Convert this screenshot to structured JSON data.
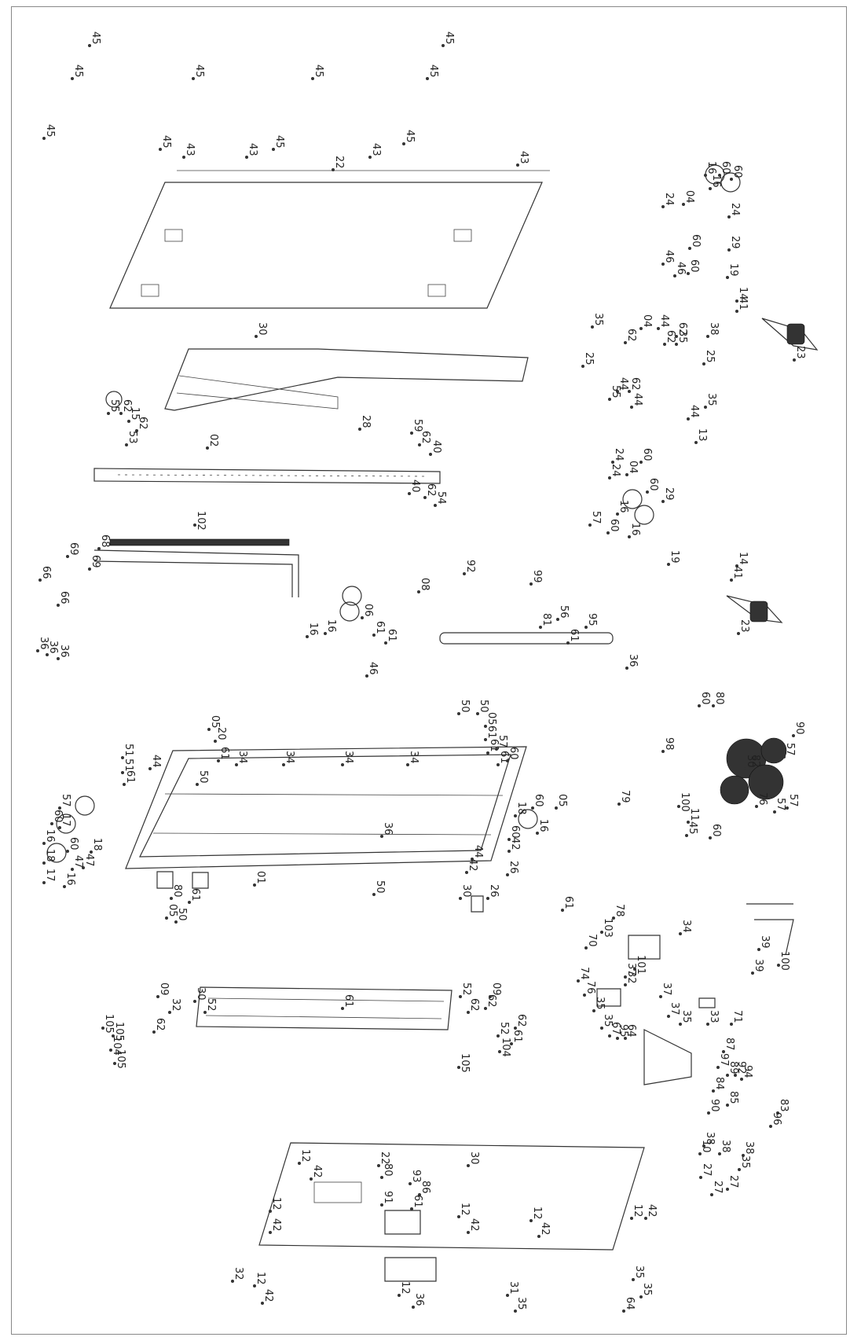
{
  "diagram": {
    "labels": [
      "45",
      "45",
      "45",
      "45",
      "45",
      "45",
      "45",
      "45",
      "45",
      "45",
      "43",
      "43",
      "43",
      "43",
      "22",
      "30",
      "28",
      "55",
      "62",
      "15",
      "62",
      "53",
      "02",
      "59",
      "62",
      "40",
      "40",
      "62",
      "54",
      "102",
      "68",
      "69",
      "69",
      "66",
      "66",
      "36",
      "36",
      "36",
      "16",
      "16",
      "06",
      "61",
      "61",
      "08",
      "92",
      "99",
      "81",
      "56",
      "95",
      "61",
      "36",
      "50",
      "50",
      "46",
      "05",
      "61",
      "61",
      "61",
      "57",
      "60",
      "20",
      "05",
      "61",
      "50",
      "51",
      "51",
      "61",
      "44",
      "34",
      "34",
      "34",
      "34",
      "01",
      "36",
      "25",
      "35",
      "62",
      "44",
      "04",
      "44",
      "62",
      "35",
      "25",
      "55",
      "62",
      "44",
      "62",
      "38",
      "44",
      "35",
      "13",
      "16",
      "60",
      "16",
      "60",
      "24",
      "04",
      "24",
      "60",
      "46",
      "46",
      "60",
      "29",
      "19",
      "14",
      "41",
      "23",
      "24",
      "04",
      "24",
      "60",
      "60",
      "16",
      "57",
      "60",
      "16",
      "29",
      "19",
      "14",
      "41",
      "23",
      "82",
      "30",
      "76",
      "90",
      "57",
      "60",
      "80",
      "98",
      "79",
      "100",
      "11",
      "45",
      "60",
      "57",
      "57",
      "17",
      "16",
      "60",
      "18",
      "47",
      "57",
      "60",
      "17",
      "16",
      "18",
      "47",
      "80",
      "05",
      "50",
      "61",
      "30",
      "26",
      "26",
      "42",
      "60",
      "16",
      "18",
      "60",
      "44",
      "42",
      "05",
      "50",
      "61",
      "78",
      "34",
      "70",
      "103",
      "101",
      "37",
      "32",
      "37",
      "37",
      "35",
      "33",
      "71",
      "74",
      "76",
      "35",
      "35",
      "67",
      "95",
      "64",
      "39",
      "39",
      "100",
      "87",
      "97",
      "89",
      "92",
      "94",
      "84",
      "85",
      "90",
      "83",
      "96",
      "10",
      "38",
      "38",
      "27",
      "27",
      "27",
      "38",
      "35",
      "12",
      "42",
      "12",
      "42",
      "12",
      "42",
      "12",
      "42",
      "12",
      "42",
      "12",
      "42",
      "12",
      "36",
      "31",
      "35",
      "35",
      "35",
      "32",
      "64",
      "22",
      "80",
      "93",
      "86",
      "91",
      "61",
      "30",
      "61",
      "30",
      "52",
      "52",
      "62",
      "62",
      "09",
      "09",
      "32",
      "62",
      "61",
      "52",
      "62",
      "105",
      "105",
      "105",
      "104",
      "104",
      "105"
    ]
  }
}
